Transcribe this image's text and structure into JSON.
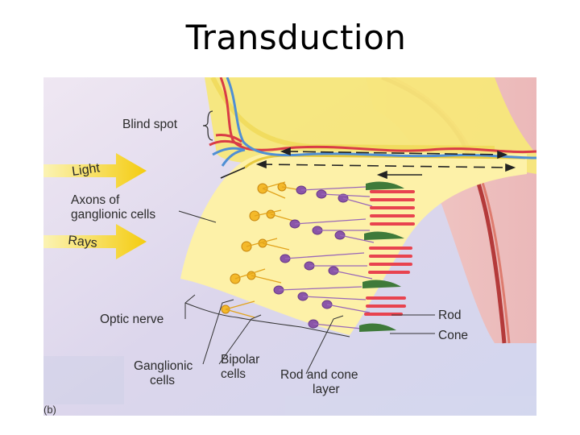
{
  "title": "Transduction",
  "figure": {
    "labels": {
      "blind_spot": "Blind spot",
      "light": "Light",
      "rays": "Rays",
      "axons_line1": "Axons of",
      "axons_line2": "ganglionic cells",
      "optic_nerve": "Optic nerve",
      "rod": "Rod",
      "cone": "Cone",
      "ganglionic_line1": "Ganglionic",
      "ganglionic_line2": "cells",
      "bipolar_line1": "Bipolar",
      "bipolar_line2": "cells",
      "rod_cone_line1": "Rod and cone",
      "rod_cone_line2": "layer",
      "panel_letter": "(b)"
    },
    "colors": {
      "background": "#e2dced",
      "nerve_yellow": "#f7e76a",
      "retina_yellow": "#fdf1a6",
      "rod_red": "#e8434f",
      "cone_green": "#3f7a3a",
      "bipolar_purple": "#8a55a8",
      "vessel_red": "#d93c46",
      "vessel_blue": "#4f8fd4",
      "arrow_yellow": "#f6d21e"
    }
  }
}
